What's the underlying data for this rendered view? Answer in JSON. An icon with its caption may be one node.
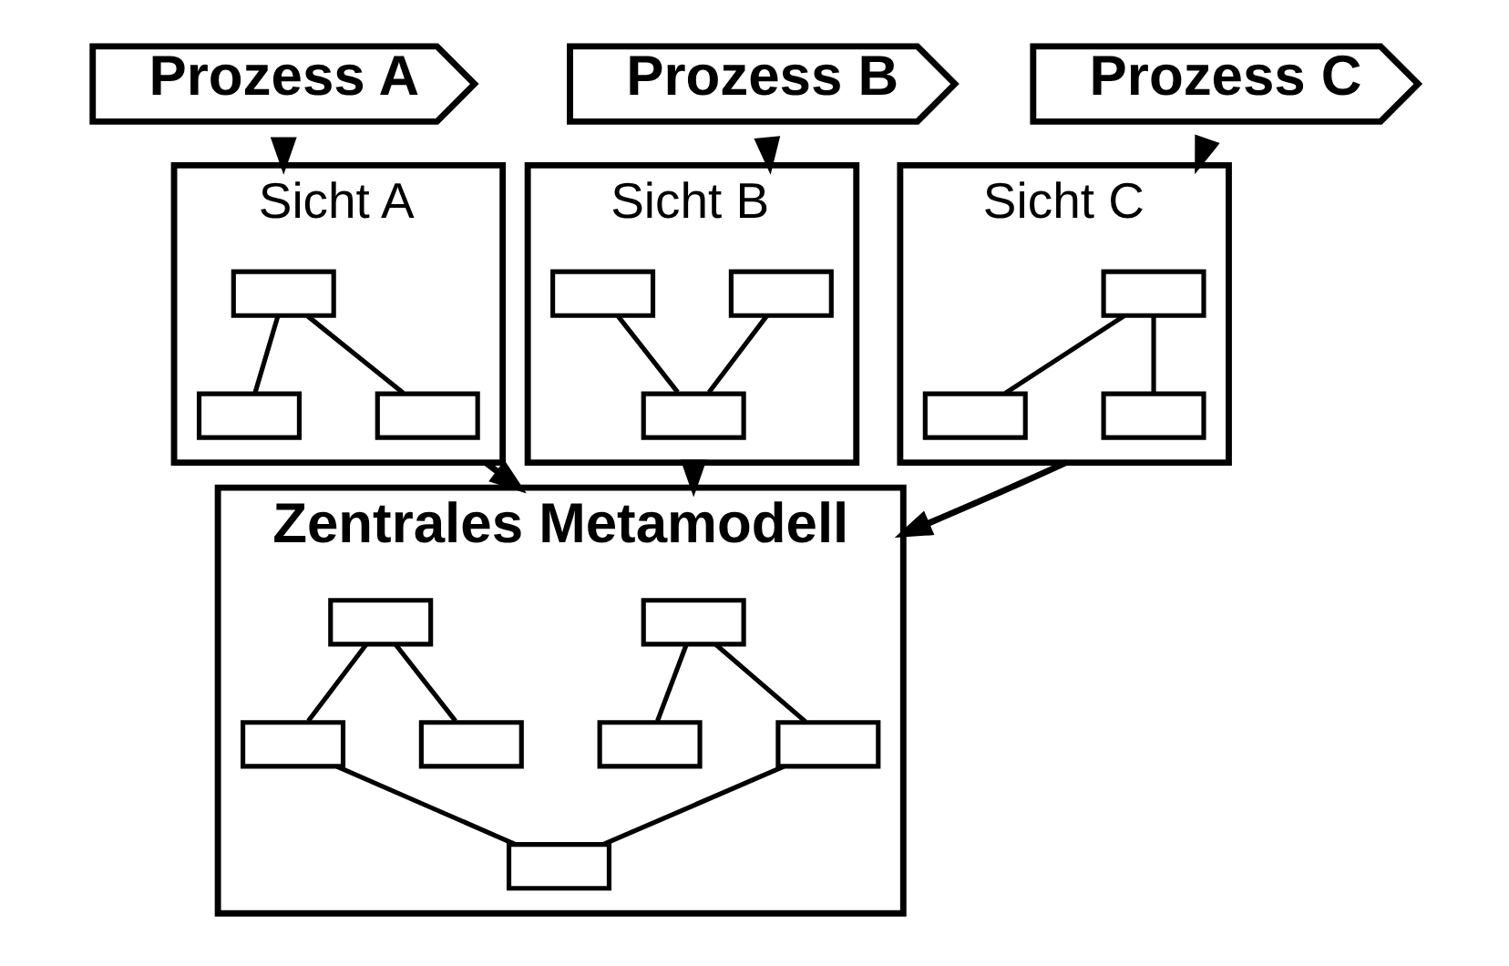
{
  "diagram": {
    "nodes": [
      {
        "text": [
          "Prozess A"
        ]
      },
      {
        "text": [
          "Prozess B"
        ]
      },
      {
        "text": [
          "Prozess C"
        ]
      },
      {
        "text": [
          "Sicht A"
        ]
      },
      {
        "text": [],
        "shape": "box",
        "in": 3
      },
      {
        "text": [],
        "shape": "box",
        "in": 3
      },
      {
        "text": [],
        "shape": "box",
        "in": 3
      },
      {
        "text": [
          "Sicht B"
        ]
      },
      {
        "text": [],
        "shape": "box",
        "in": 7
      },
      {
        "text": [],
        "shape": "box",
        "in": 7
      },
      {
        "text": [],
        "shape": "box",
        "in": 7
      },
      {
        "text": [
          "Sicht C"
        ]
      },
      {
        "text": [],
        "shape": "box",
        "in": 11
      },
      {
        "text": [],
        "shape": "box",
        "in": 11
      },
      {
        "text": [],
        "shape": "box",
        "in": 11
      },
      {
        "text": [
          "Zentrales Metamodell"
        ]
      },
      {
        "text": [],
        "shape": "box",
        "in": 15
      },
      {
        "text": [],
        "shape": "box",
        "in": 15
      },
      {
        "text": [],
        "shape": "box",
        "in": 15
      },
      {
        "text": [],
        "shape": "box",
        "in": 15
      },
      {
        "text": [],
        "shape": "box",
        "in": 15
      },
      {
        "text": [],
        "shape": "box",
        "in": 15
      },
      {
        "text": [],
        "shape": "box",
        "in": 15
      }
    ],
    "edges": [
      {
        "from": 0,
        "to": 3,
        "arrow": "to"
      },
      {
        "from": 1,
        "to": 7,
        "arrow": "to"
      },
      {
        "from": 2,
        "to": 11,
        "arrow": "to"
      },
      {
        "from": 4,
        "to": 5,
        "arrow": "none"
      },
      {
        "from": 4,
        "to": 6,
        "arrow": "none"
      },
      {
        "from": 8,
        "to": 10,
        "arrow": "none"
      },
      {
        "from": 9,
        "to": 10,
        "arrow": "none"
      },
      {
        "from": 12,
        "to": 13,
        "arrow": "none"
      },
      {
        "from": 12,
        "to": 14,
        "arrow": "none"
      },
      {
        "from": 3,
        "to": 15,
        "arrow": "to"
      },
      {
        "from": 7,
        "to": 15,
        "arrow": "to"
      },
      {
        "from": 11,
        "to": 15,
        "arrow": "to"
      },
      {
        "from": 16,
        "to": 17,
        "arrow": "none"
      },
      {
        "from": 16,
        "to": 18,
        "arrow": "none"
      },
      {
        "from": 19,
        "to": 20,
        "arrow": "none"
      },
      {
        "from": 19,
        "to": 21,
        "arrow": "none"
      },
      {
        "from": 18,
        "to": 22,
        "arrow": "none"
      },
      {
        "from": 20,
        "to": 22,
        "arrow": "none"
      }
    ]
  }
}
